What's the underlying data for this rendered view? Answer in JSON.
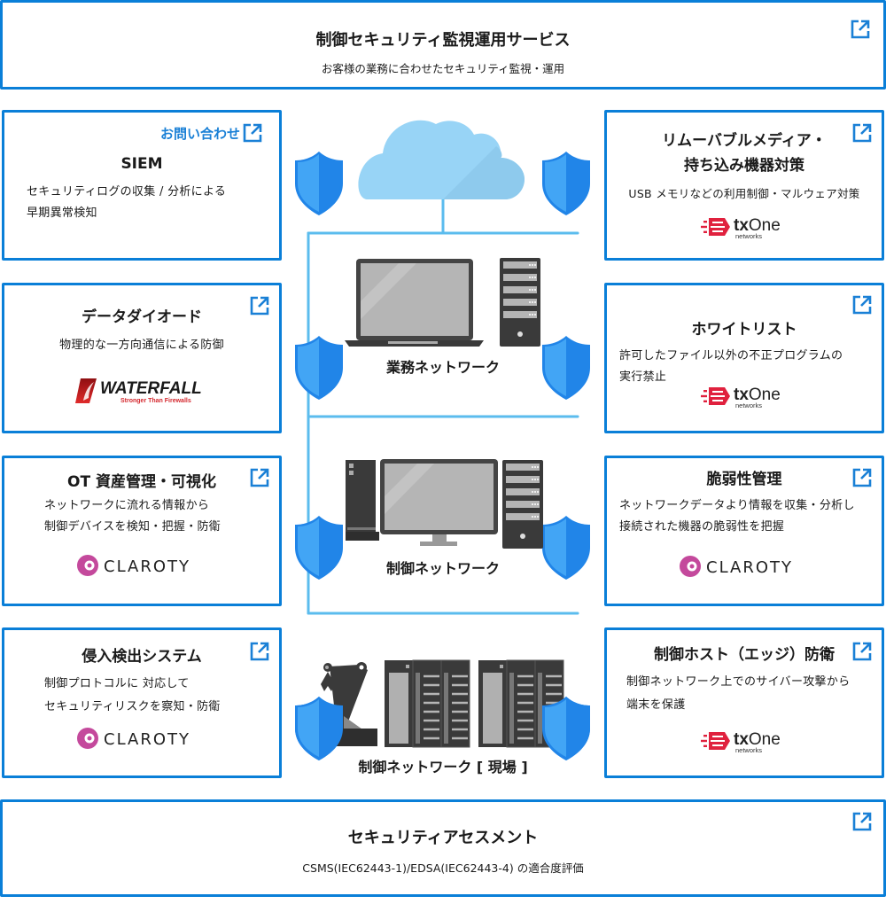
{
  "top_card": {
    "title": "制御セキュリティ監視運用サービス",
    "subtitle": "お客様の業務に合わせたセキュリティ監視・運用"
  },
  "left_cards": [
    {
      "title": "SIEM",
      "desc_lines": [
        "セキュリティログの収集 / 分析による",
        "早期異常検知"
      ],
      "inquiry_label": "お問い合わせ",
      "logo": null
    },
    {
      "title": "データダイオード",
      "desc_lines": [
        "物理的な一方向通信による防御"
      ],
      "logo": "waterfall"
    },
    {
      "title": "OT 資産管理・可視化",
      "desc_lines": [
        "ネットワークに流れる情報から",
        "制御デバイスを検知・把握・防衛"
      ],
      "logo": "claroty"
    },
    {
      "title": "侵入検出システム",
      "desc_lines": [
        "制御プロトコルに 対応して",
        "セキュリティリスクを察知・防衛"
      ],
      "logo": "claroty"
    }
  ],
  "right_cards": [
    {
      "title_lines": [
        "リムーバブルメディア・",
        "持ち込み機器対策"
      ],
      "desc_lines": [
        "USB メモリなどの利用制御・マルウェア対策"
      ],
      "logo": "txone"
    },
    {
      "title_lines": [
        "ホワイトリスト"
      ],
      "desc_lines": [
        "許可したファイル以外の不正プログラムの",
        "実行禁止"
      ],
      "logo": "txone"
    },
    {
      "title_lines": [
        "脆弱性管理"
      ],
      "desc_lines": [
        "ネットワークデータより情報を収集・分析し",
        "接続された機器の脆弱性を把握"
      ],
      "logo": "claroty"
    },
    {
      "title_lines": [
        "制御ホスト（エッジ）防衛"
      ],
      "desc_lines": [
        "制御ネットワーク上でのサイバー攻撃から",
        "端末を保護"
      ],
      "logo": "txone"
    }
  ],
  "bottom_card": {
    "title": "セキュリティアセスメント",
    "subtitle": "CSMS(IEC62443-1)/EDSA(IEC62443-4) の適合度評価"
  },
  "network": {
    "business_label": "業務ネットワーク",
    "control_label": "制御ネットワーク",
    "field_label": "制御ネットワーク [ 現場 ]"
  },
  "logos": {
    "waterfall_name": "WATERFALL",
    "waterfall_tagline": "Stronger Than Firewalls",
    "txone_name_a": "tx",
    "txone_name_b": "One",
    "txone_sub": "networks",
    "claroty_name": "CLAROTY"
  },
  "colors": {
    "card_border": "#0a7fd8",
    "network_line": "#5bbcee",
    "shield_light": "#42a5f5",
    "shield_dark": "#2185e8",
    "cloud": "#98d4f6",
    "txone_red": "#e0213e",
    "claroty_pink": "#c4499c",
    "waterfall_red": "#c4161c"
  }
}
